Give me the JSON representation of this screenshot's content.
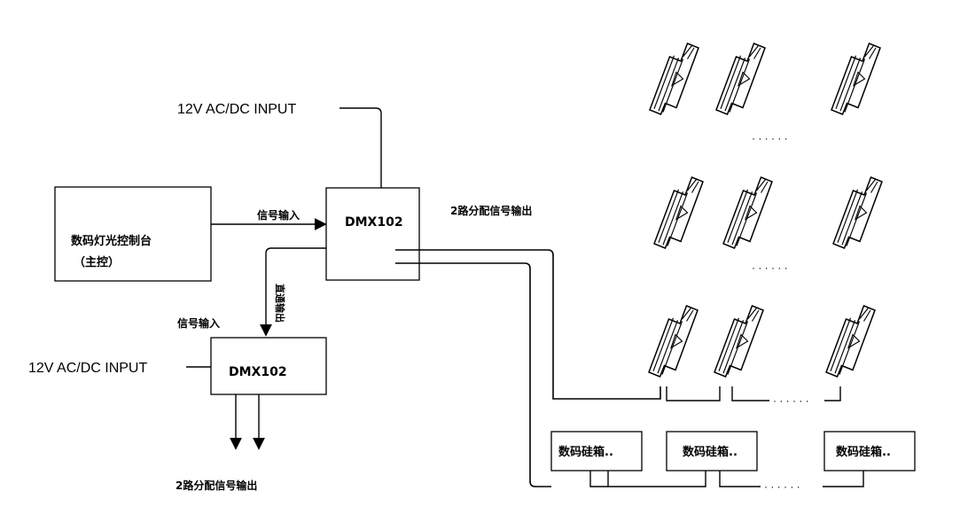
{
  "power_input_main": "12V AC/DC INPUT",
  "power_input_sub": "12V AC/DC INPUT",
  "console": {
    "line1": "数码灯光控制台",
    "line2": "（主控）"
  },
  "signal_in_main": "信号输入",
  "dmx_main": "DMX102",
  "output_main": "2路分配信号输出",
  "passthrough": "直通输出",
  "signal_in_sub": "信号输入",
  "dmx_sub": "DMX102",
  "output_sub": "2路分配信号输出",
  "dimmer_boxes": [
    "数码硅箱..",
    "数码硅箱..",
    "数码硅箱.."
  ],
  "ellipsis": "· · · · · ·",
  "lamp_icon": "led-wall-washer-icon"
}
